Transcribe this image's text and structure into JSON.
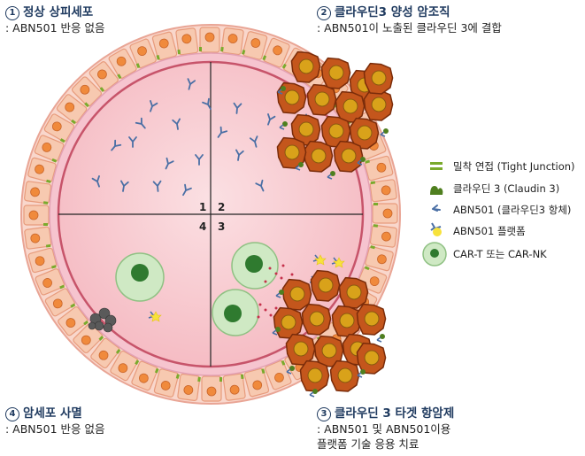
{
  "quadrants": [
    {
      "num": "①",
      "title": "정상 상피세포",
      "desc": [
        ": ABN501 반응 없음"
      ]
    },
    {
      "num": "②",
      "title": "클라우딘3 양성 암조직",
      "desc": [
        ": ABN501이 노출된 클라우딘 3에 결합"
      ]
    },
    {
      "num": "③",
      "title": "클라우딘 3 타겟 항암제",
      "desc": [
        ": ABN501 및 ABN501이용",
        "플랫폼 기술 응용 치료"
      ]
    },
    {
      "num": "④",
      "title": "암세포 사멸",
      "desc": [
        ": ABN501 반응 없음"
      ]
    }
  ],
  "quadrant_markers": [
    "1",
    "2",
    "4",
    "3"
  ],
  "legend": [
    {
      "icon": "tight-junction-icon",
      "label": "밀착 연접 (Tight Junction)"
    },
    {
      "icon": "claudin3-icon",
      "label": "클라우딘 3 (Claudin 3)"
    },
    {
      "icon": "abn501-antibody-icon",
      "label": "ABN501 (클라우딘3 항체)"
    },
    {
      "icon": "abn501-platform-icon",
      "label": "ABN501 플랫폼"
    },
    {
      "icon": "car-cell-icon",
      "label": "CAR-T 또는 CAR-NK"
    }
  ],
  "colors": {
    "title": "#1f3a5f",
    "outer_ring": "#f6b9a6",
    "lumen": "#f8cfd4",
    "epithelial_cell": "#f7c9b0",
    "nucleus": "#f08a3c",
    "tumor": "#c4561c",
    "tumor_nucleus": "#d9a21a",
    "antibody": "#4a6fa5",
    "car_cell": "#cfe9c4",
    "car_nucleus": "#2f7a2f"
  }
}
